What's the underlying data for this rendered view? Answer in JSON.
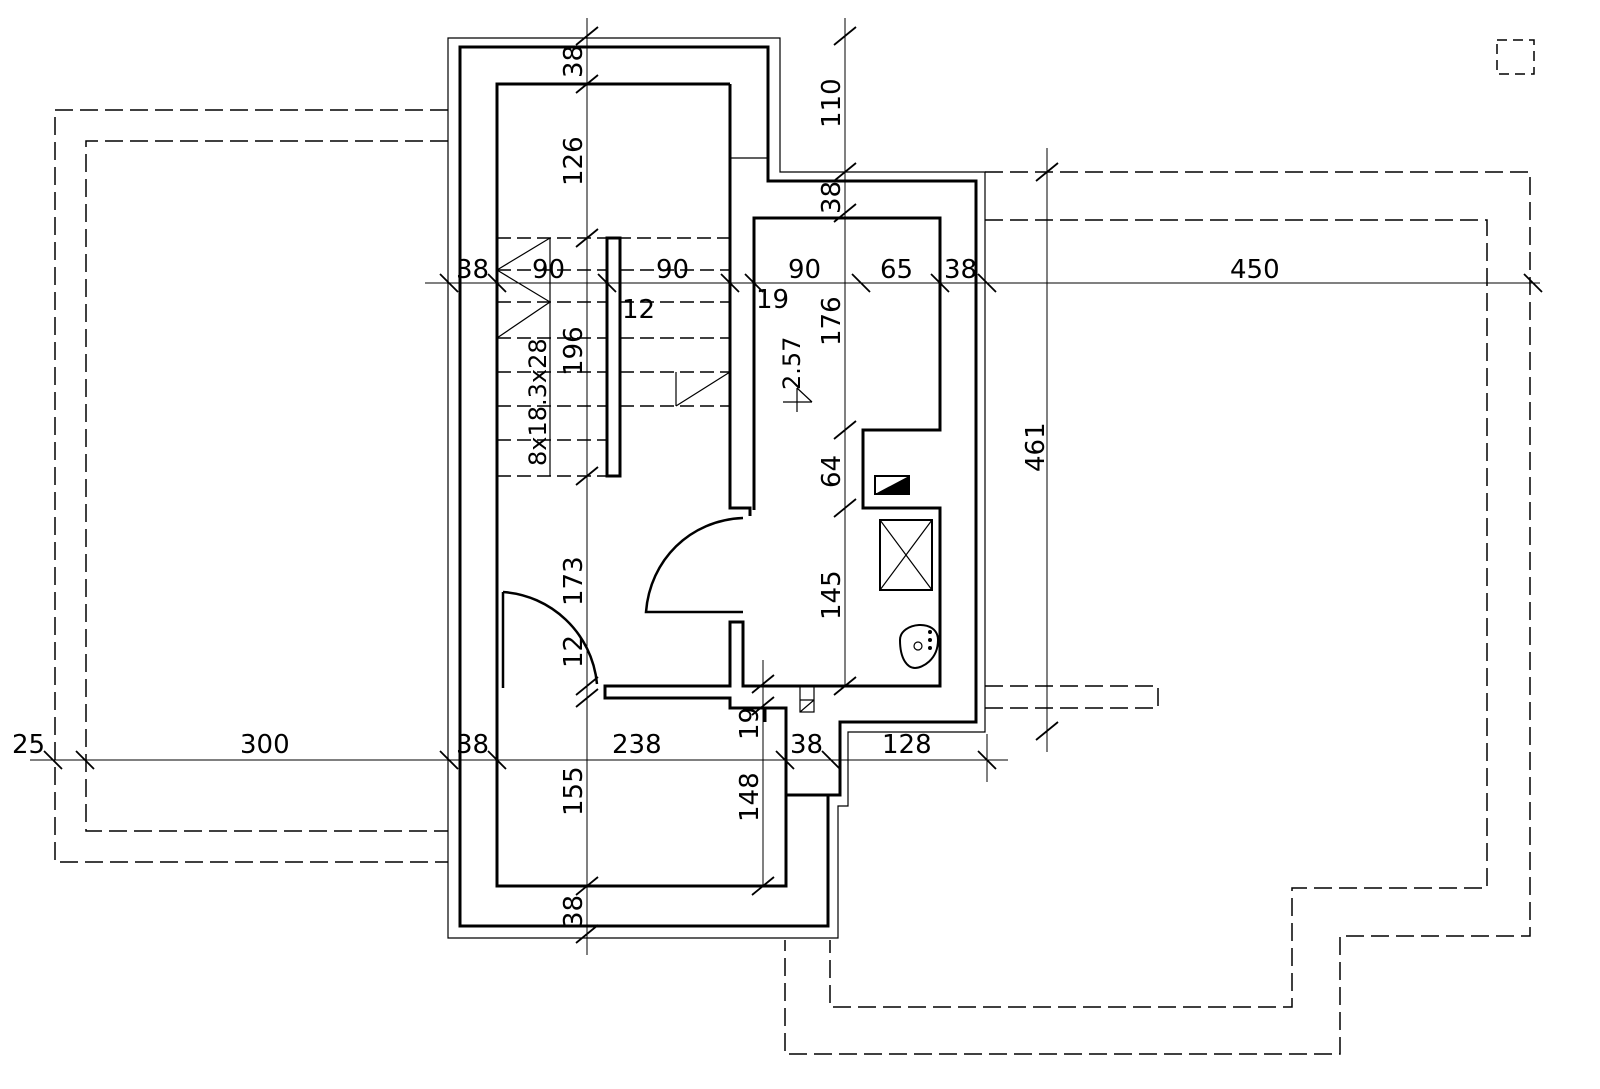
{
  "drawing": {
    "dims": {
      "top_38": "38",
      "v_110": "110",
      "v_126": "126",
      "v_38_mid": "38",
      "h_38_left": "38",
      "h_90_a": "90",
      "h_90_b": "90",
      "h_90_c": "90",
      "h_65": "65",
      "h_38_right": "38",
      "h_450": "450",
      "h_19_top": "19",
      "h_12_top": "12",
      "v_196": "196",
      "v_176": "176",
      "stairs": "8x18.3x28",
      "level": "2.57",
      "v_461": "461",
      "v_64": "64",
      "v_145": "145",
      "v_173": "173",
      "v_12_bot": "12",
      "v_19_bot": "19",
      "h_25": "25",
      "h_300": "300",
      "h_38_bl": "38",
      "h_238": "238",
      "h_38_bm": "38",
      "h_128": "128",
      "v_155": "155",
      "v_148": "148",
      "bottom_38": "38"
    }
  }
}
